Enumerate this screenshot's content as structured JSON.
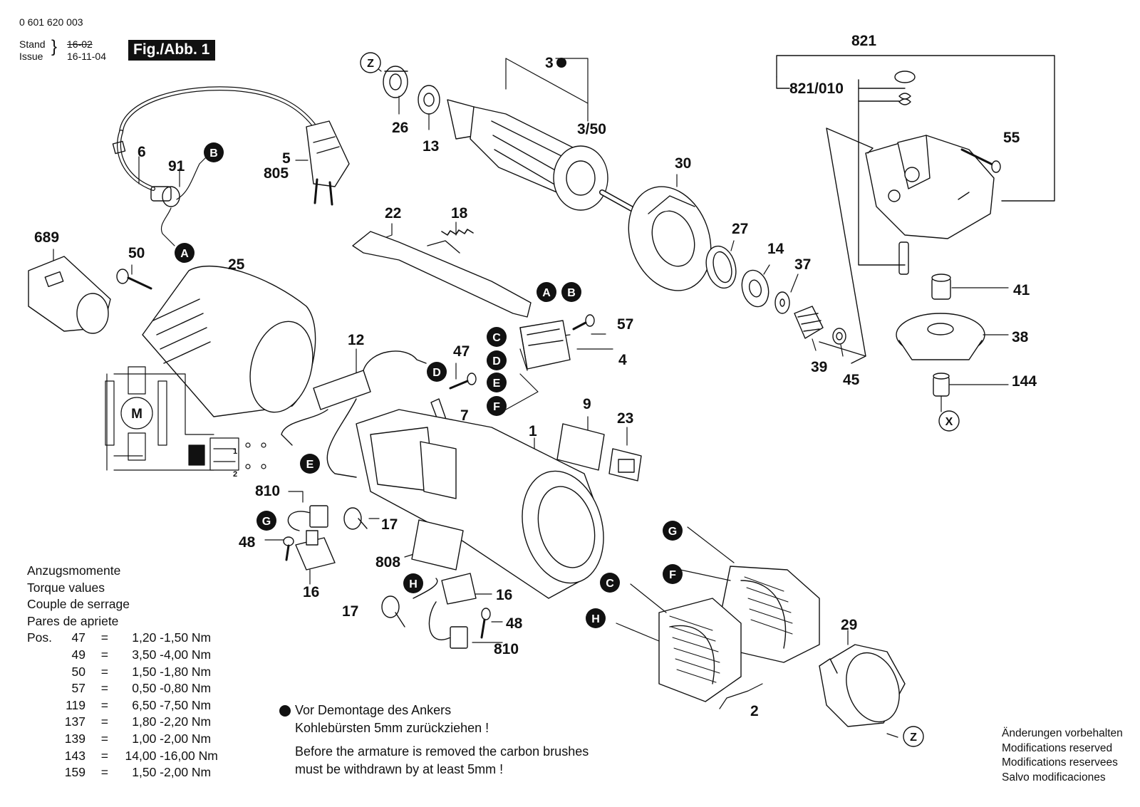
{
  "header": {
    "doc_number": "0 601 620 003",
    "stand_label": "Stand",
    "issue_label": "Issue",
    "stand_old_date": "16-02",
    "issue_date": "16-11-04",
    "fig_label": "Fig./Abb. 1"
  },
  "callouts": {
    "p821": "821",
    "p821_010": "821/010",
    "p3": "3",
    "p3_50": "3/50",
    "p26": "26",
    "p13": "13",
    "p55": "55",
    "p30": "30",
    "p22": "22",
    "p18": "18",
    "p689": "689",
    "p50": "50",
    "p25": "25",
    "p6": "6",
    "p91": "91",
    "p5": "5",
    "p805": "805",
    "p27": "27",
    "p14": "14",
    "p37": "37",
    "p41": "41",
    "p38": "38",
    "p39": "39",
    "p45": "45",
    "p144": "144",
    "p57": "57",
    "p4": "4",
    "p12": "12",
    "p47": "47",
    "p7": "7",
    "p9": "9",
    "p23": "23",
    "p1": "1",
    "p810a": "810",
    "p17a": "17",
    "p48a": "48",
    "p16a": "16",
    "p808": "808",
    "p17b": "17",
    "p16b": "16",
    "p48b": "48",
    "p810b": "810",
    "p29": "29",
    "p2": "2"
  },
  "markers": {
    "Z": "Z",
    "X": "X",
    "A": "A",
    "B": "B",
    "C": "C",
    "D": "D",
    "E": "E",
    "F": "F",
    "G": "G",
    "H": "H",
    "M": "M",
    "sw1": "1",
    "sw2": "2"
  },
  "torque": {
    "heading": [
      "Anzugsmomente",
      "Torque values",
      "Couple de serrage",
      "Pares de apriete"
    ],
    "pos_label": "Pos.",
    "rows": [
      {
        "pos": "47",
        "eq": "=",
        "min": "1,20 -",
        "max": "1,50 Nm"
      },
      {
        "pos": "49",
        "eq": "=",
        "min": "3,50 -",
        "max": "4,00 Nm"
      },
      {
        "pos": "50",
        "eq": "=",
        "min": "1,50 -",
        "max": "1,80 Nm"
      },
      {
        "pos": "57",
        "eq": "=",
        "min": "0,50 -",
        "max": "0,80 Nm"
      },
      {
        "pos": "119",
        "eq": "=",
        "min": "6,50 -",
        "max": "7,50 Nm"
      },
      {
        "pos": "137",
        "eq": "=",
        "min": "1,80 -",
        "max": "2,20 Nm"
      },
      {
        "pos": "139",
        "eq": "=",
        "min": "1,00 -",
        "max": "2,00 Nm"
      },
      {
        "pos": "143",
        "eq": "=",
        "min": "14,00 -",
        "max": "16,00 Nm"
      },
      {
        "pos": "159",
        "eq": "=",
        "min": "1,50 -",
        "max": "2,00 Nm"
      }
    ]
  },
  "note": {
    "line1": "Vor Demontage des Ankers",
    "line2": "Kohlebürsten 5mm zurückziehen !",
    "line3": "Before the armature is removed the carbon brushes",
    "line4": "must be withdrawn by at least 5mm !"
  },
  "modifications": [
    "Änderungen vorbehalten",
    "Modifications reserved",
    "Modifications reservees",
    "Salvo modificaciones"
  ]
}
